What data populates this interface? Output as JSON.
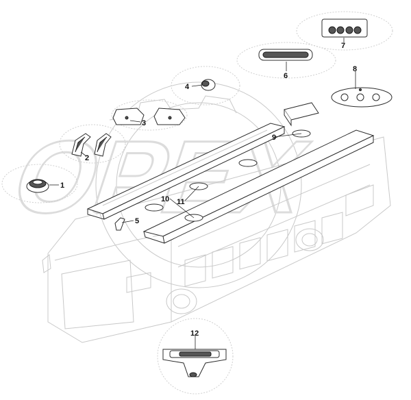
{
  "diagram": {
    "watermark_text": "OPEX",
    "callouts": {
      "c1": "1",
      "c2": "2",
      "c3": "3",
      "c4": "4",
      "c5": "5",
      "c6": "6",
      "c7": "7",
      "c8": "8",
      "c9": "9",
      "c10": "10",
      "c11": "11",
      "c12": "12"
    }
  }
}
